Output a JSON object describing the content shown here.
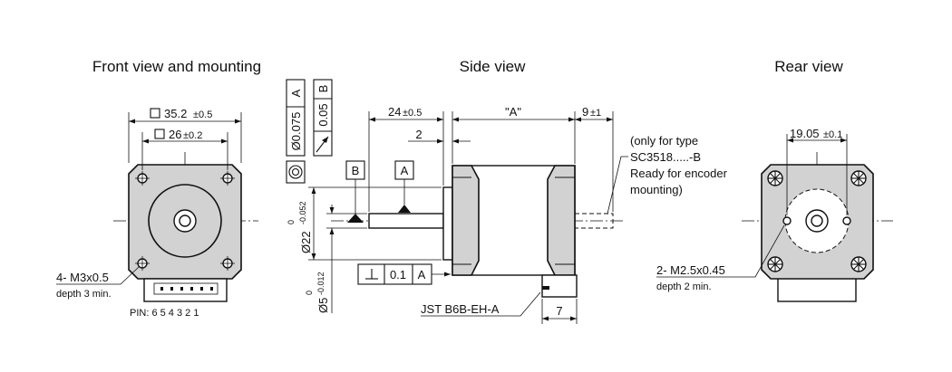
{
  "views": {
    "front": "Front view and mounting",
    "side": "Side view",
    "rear": "Rear view"
  },
  "front": {
    "dim_outer": "35.2",
    "dim_outer_tol": "±0.5",
    "dim_inner": "26",
    "dim_inner_tol": "±0.2",
    "holes": "4- M3x0.5",
    "holes_depth": "depth 3 min.",
    "pins": "PIN: 6 5 4 3 2 1"
  },
  "side": {
    "gdt_runout": "Ø0.075",
    "gdt_runout_ref": "A",
    "gdt_perp_val": "0.05",
    "gdt_perp_ref": "B",
    "datum_b": "B",
    "datum_a": "A",
    "dim_24": "24",
    "dim_24_tol": "±0.5",
    "dim_a": "\"A\"",
    "dim_9": "9",
    "dim_9_tol": "±1",
    "dim_2": "2",
    "dim_22": "Ø22",
    "dim_22_up": "0",
    "dim_22_low": "-0.052",
    "dim_5": "Ø5",
    "dim_5_up": "0",
    "dim_5_low": "-0.012",
    "fcf_value": "0.1",
    "fcf_ref": "A",
    "connector": "JST B6B-EH-A",
    "dim_7": "7",
    "note": [
      "(only for type",
      "SC3518.....-B",
      "Ready for encoder",
      "mounting)"
    ]
  },
  "rear": {
    "dim_19": "19.05",
    "dim_19_tol": "±0.1",
    "holes": "2- M2.5x0.45",
    "holes_depth": "depth 2 min."
  }
}
